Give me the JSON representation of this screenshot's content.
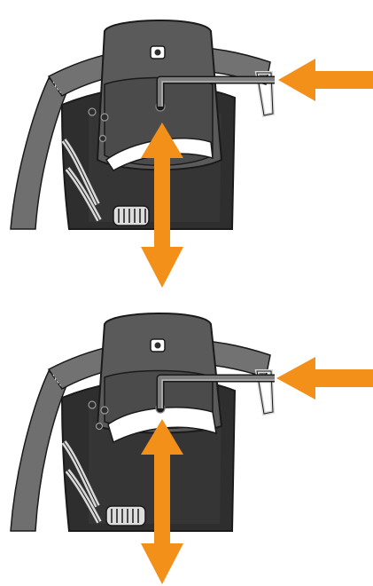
{
  "colors": {
    "background": "#ffffff",
    "arrow": "#f39019",
    "boot_dark": "#2e2e2e",
    "boot_mid": "#4a4a4a",
    "liner_gray": "#5f5f5f",
    "strap_gray": "#6f6f6f",
    "outline": "#1a1a1a",
    "white": "#ffffff"
  },
  "figures": [
    {
      "id": "adjust-step-1",
      "footbed_position": "low"
    },
    {
      "id": "adjust-step-2",
      "footbed_position": "high"
    }
  ],
  "icons": [
    "hex-key-icon",
    "push-arrow-icon",
    "vertical-adjust-arrow-icon",
    "screw-icon"
  ]
}
